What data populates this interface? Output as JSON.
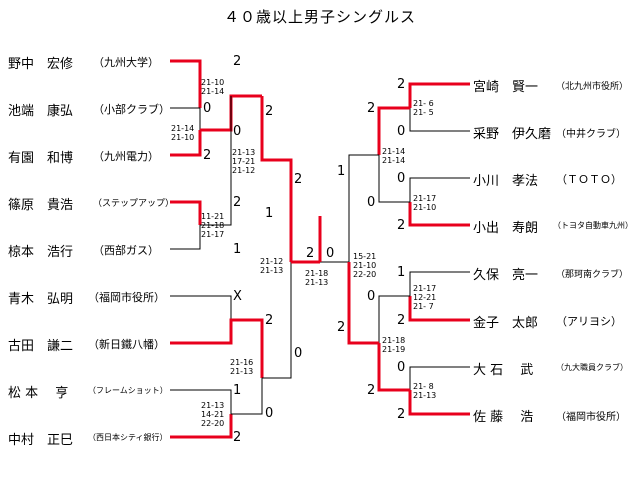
{
  "title": "４０歳以上男子シングルス",
  "colors": {
    "win": "#e8001c",
    "lose": "#000000"
  },
  "left_players": [
    {
      "name": "野中　宏修",
      "aff": "（九州大学）"
    },
    {
      "name": "池端　康弘",
      "aff": "（小部クラブ）"
    },
    {
      "name": "有園　和博",
      "aff": "（九州電力）"
    },
    {
      "name": "篠原　貴浩",
      "aff": "（ステップアップ）"
    },
    {
      "name": "椋本　浩行",
      "aff": "（西部ガス）"
    },
    {
      "name": "青木　弘明",
      "aff": "（福岡市役所）"
    },
    {
      "name": "古田　謙二",
      "aff": "（新日鐵八幡）"
    },
    {
      "name": "松 本　 亨",
      "aff": "（フレームショット）"
    },
    {
      "name": "中村　正巳",
      "aff": "（西日本シティ銀行）"
    }
  ],
  "right_players": [
    {
      "name": "宮崎　賢一",
      "aff": "（北九州市役所）"
    },
    {
      "name": "采野　伊久磨",
      "aff": "（中井クラブ）"
    },
    {
      "name": "小川　孝法",
      "aff": "（ＴＯＴＯ）"
    },
    {
      "name": "小出　寿朗",
      "aff": "（トヨタ自動車九州）"
    },
    {
      "name": "久保　亮一",
      "aff": "（那珂南クラブ）"
    },
    {
      "name": "金子　太郎",
      "aff": "（アリヨシ）"
    },
    {
      "name": "大 石　 武",
      "aff": "（九大職員クラブ）"
    },
    {
      "name": "佐 藤　 浩",
      "aff": "（福岡市役所）"
    }
  ],
  "results": {
    "l_nonaka": "2",
    "l_ikebata": "0",
    "l_arizono": "2",
    "l_r1_top": "0",
    "l_r2a_top": "2",
    "l_shinohara": "2",
    "l_r2a_bot": "1",
    "l_mukumoto": "1",
    "l_r3a": "2",
    "l_aoki": "X",
    "l_furuta": "2",
    "l_r3b": "0",
    "l_matsumoto": "1",
    "l_nakamura": "2",
    "l_r1b": "0",
    "final_left": "2",
    "final_right": "0",
    "r_miyazaki": "2",
    "r_uneno": "0",
    "r_r2a_top": "2",
    "r_r3a": "1",
    "r_ogawa": "0",
    "r_koide": "2",
    "r_r2a_bot": "0",
    "r_kubo": "1",
    "r_kaneko": "2",
    "r_r2b_top": "0",
    "r_r3b": "2",
    "r_oishi": "0",
    "r_sato": "2",
    "r_r2b_bot": "2"
  },
  "scores": {
    "l_nonaka_ikebata": "21-10\n21-14",
    "l_arizono_r1": "21-14\n21-10",
    "l_r2a": "21-13\n17-21\n21-12",
    "l_shinohara_mukumoto": "11-21\n21-18\n21-17",
    "l_semi_top": "21-12\n21-13",
    "l_furuta_r3b": "21-16\n21-13",
    "l_matsumoto_nakamura": "21-13\n14-21\n22-20",
    "final_left": "21-18\n21-13",
    "final_right": "15-21\n21-10\n22-20",
    "r_miyazaki_uneno": "21- 6\n21- 5",
    "r_semi_top": "21-14\n21-14",
    "r_ogawa_koide": "21-17\n21-10",
    "r_kubo_kaneko": "21-17\n12-21\n21- 7",
    "r_semi_bot": "21-18\n21-19",
    "r_oishi_sato": "21- 8\n21-13"
  }
}
